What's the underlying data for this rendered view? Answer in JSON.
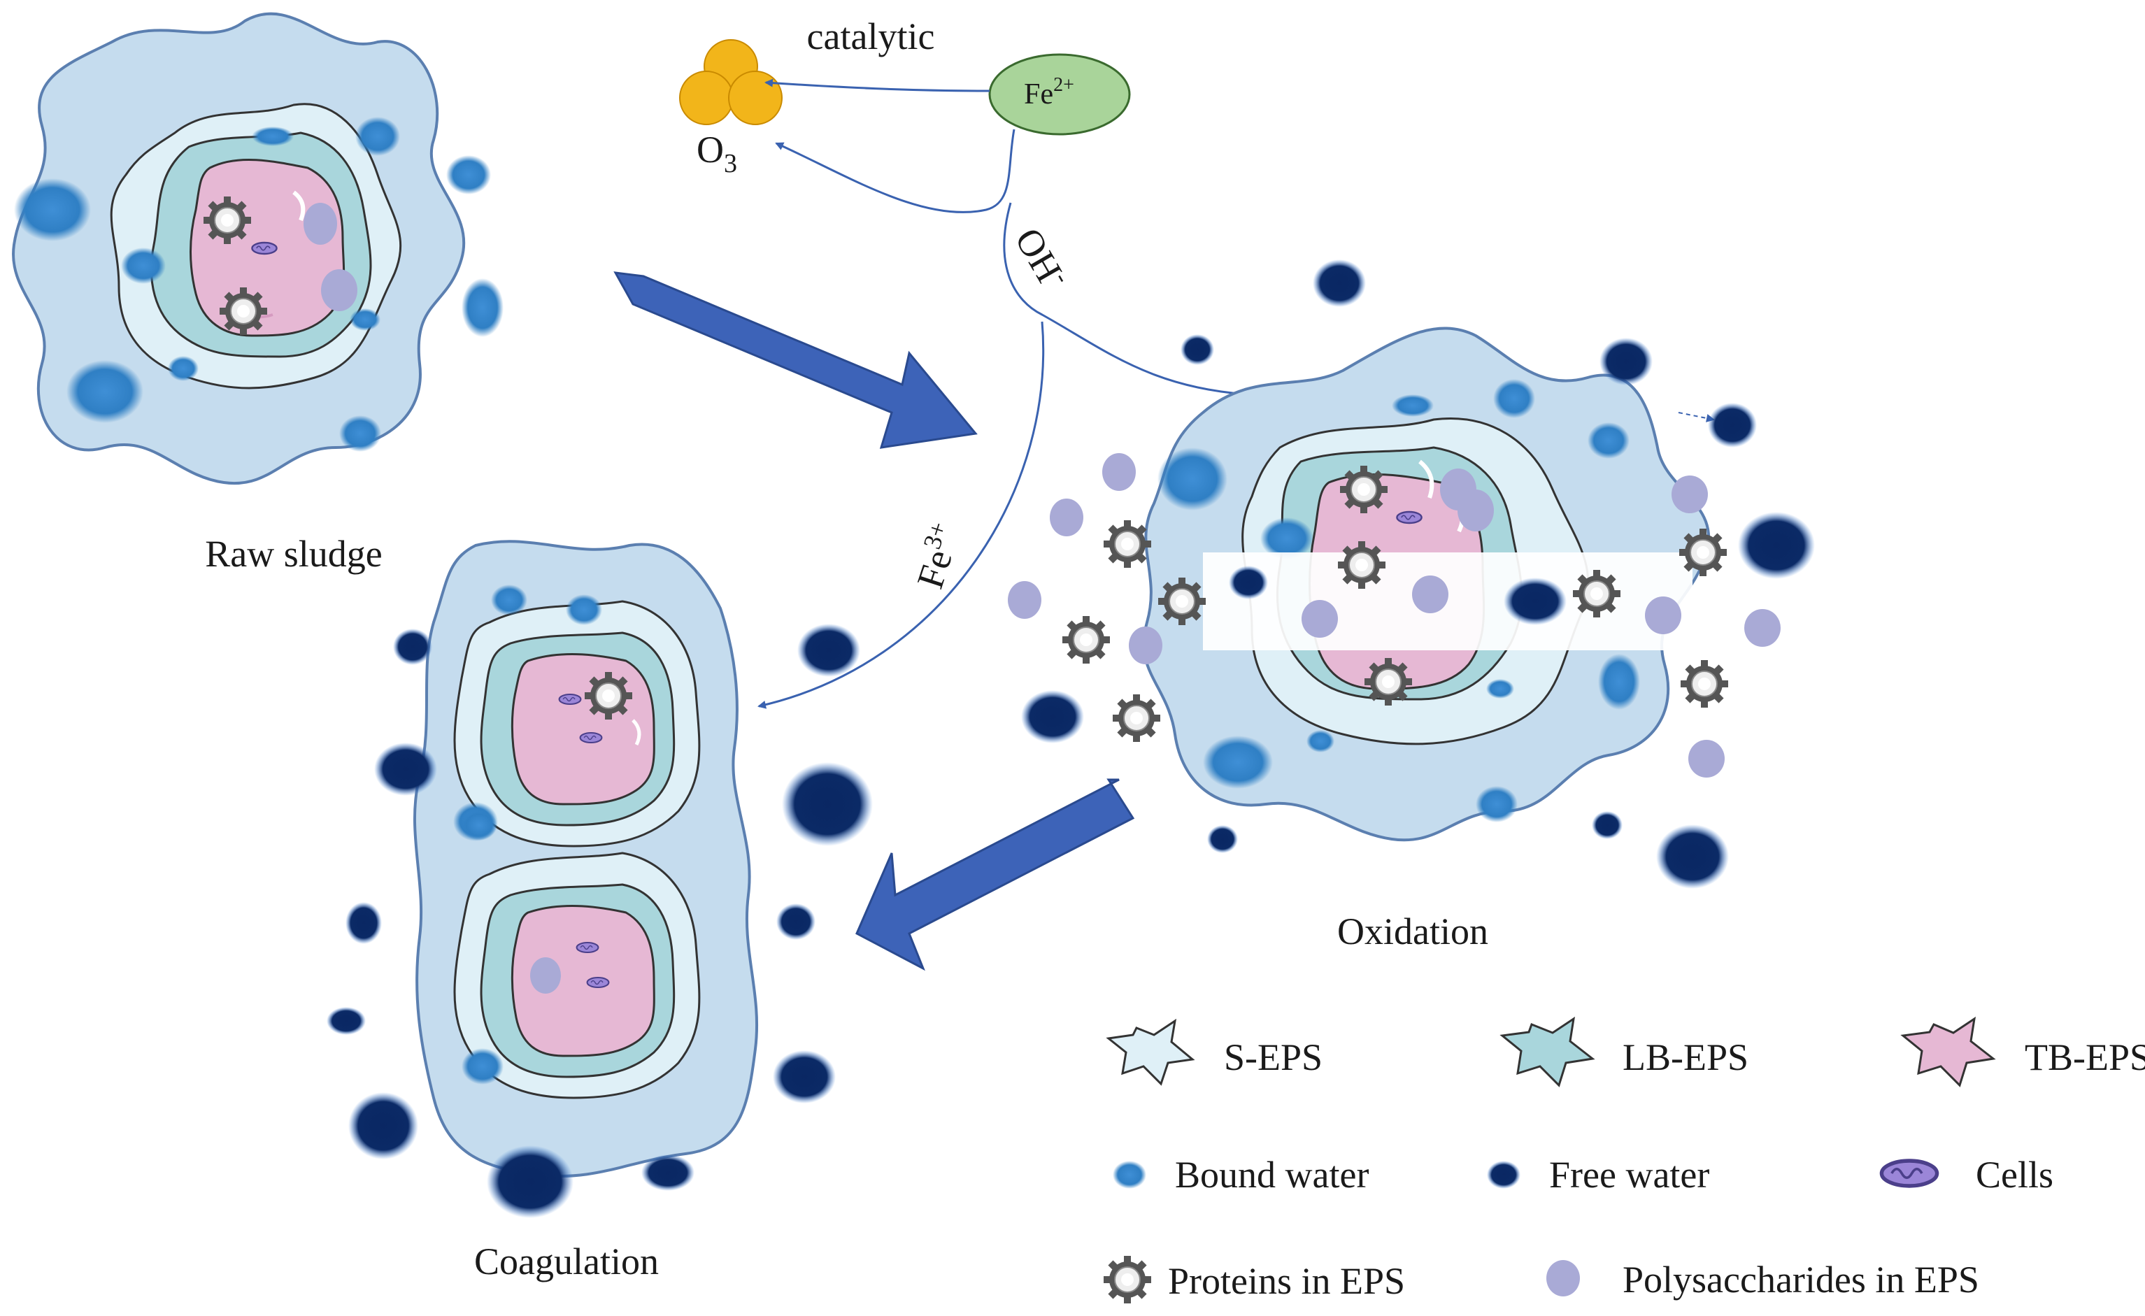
{
  "labels": {
    "raw_sludge": "Raw sludge",
    "oxidation": "Oxidation",
    "coagulation": "Coagulation",
    "catalytic": "catalytic",
    "fe2": {
      "base": "Fe",
      "sup": "2+"
    },
    "fe3": {
      "base": "Fe",
      "sup": "3+"
    },
    "o3": {
      "base": "O",
      "sub": "3"
    },
    "oh": {
      "base": "OH",
      "sup": "-"
    }
  },
  "legend": [
    {
      "key": "s_eps",
      "label": "S-EPS",
      "icon": "s-eps-swatch-icon"
    },
    {
      "key": "lb_eps",
      "label": "LB-EPS",
      "icon": "lb-eps-swatch-icon"
    },
    {
      "key": "tb_eps",
      "label": "TB-EPS",
      "icon": "tb-eps-swatch-icon"
    },
    {
      "key": "bound_water",
      "label": "Bound water",
      "icon": "bound-water-dot-icon"
    },
    {
      "key": "free_water",
      "label": "Free water",
      "icon": "free-water-dot-icon"
    },
    {
      "key": "cells",
      "label": "Cells",
      "icon": "cell-mitochondrion-icon"
    },
    {
      "key": "proteins",
      "label": "Proteins in EPS",
      "icon": "protein-gear-icon"
    },
    {
      "key": "polysaccharides",
      "label": "Polysaccharides in EPS",
      "icon": "polysaccharide-blob-icon"
    }
  ],
  "colors": {
    "s_eps": "#dff0f7",
    "lb_eps": "#a9d6dc",
    "tb_eps": "#e6b8d4",
    "floc_outer": "#c5dcee",
    "bound_water": "#2f7fc4",
    "free_water": "#0b2a66",
    "polysaccharide": "#a9aad6",
    "arrow_blue": "#3d63b8",
    "line_blue": "#3a62b0",
    "fe2_fill": "#a9d49a",
    "ozone": "#f2b51a"
  }
}
